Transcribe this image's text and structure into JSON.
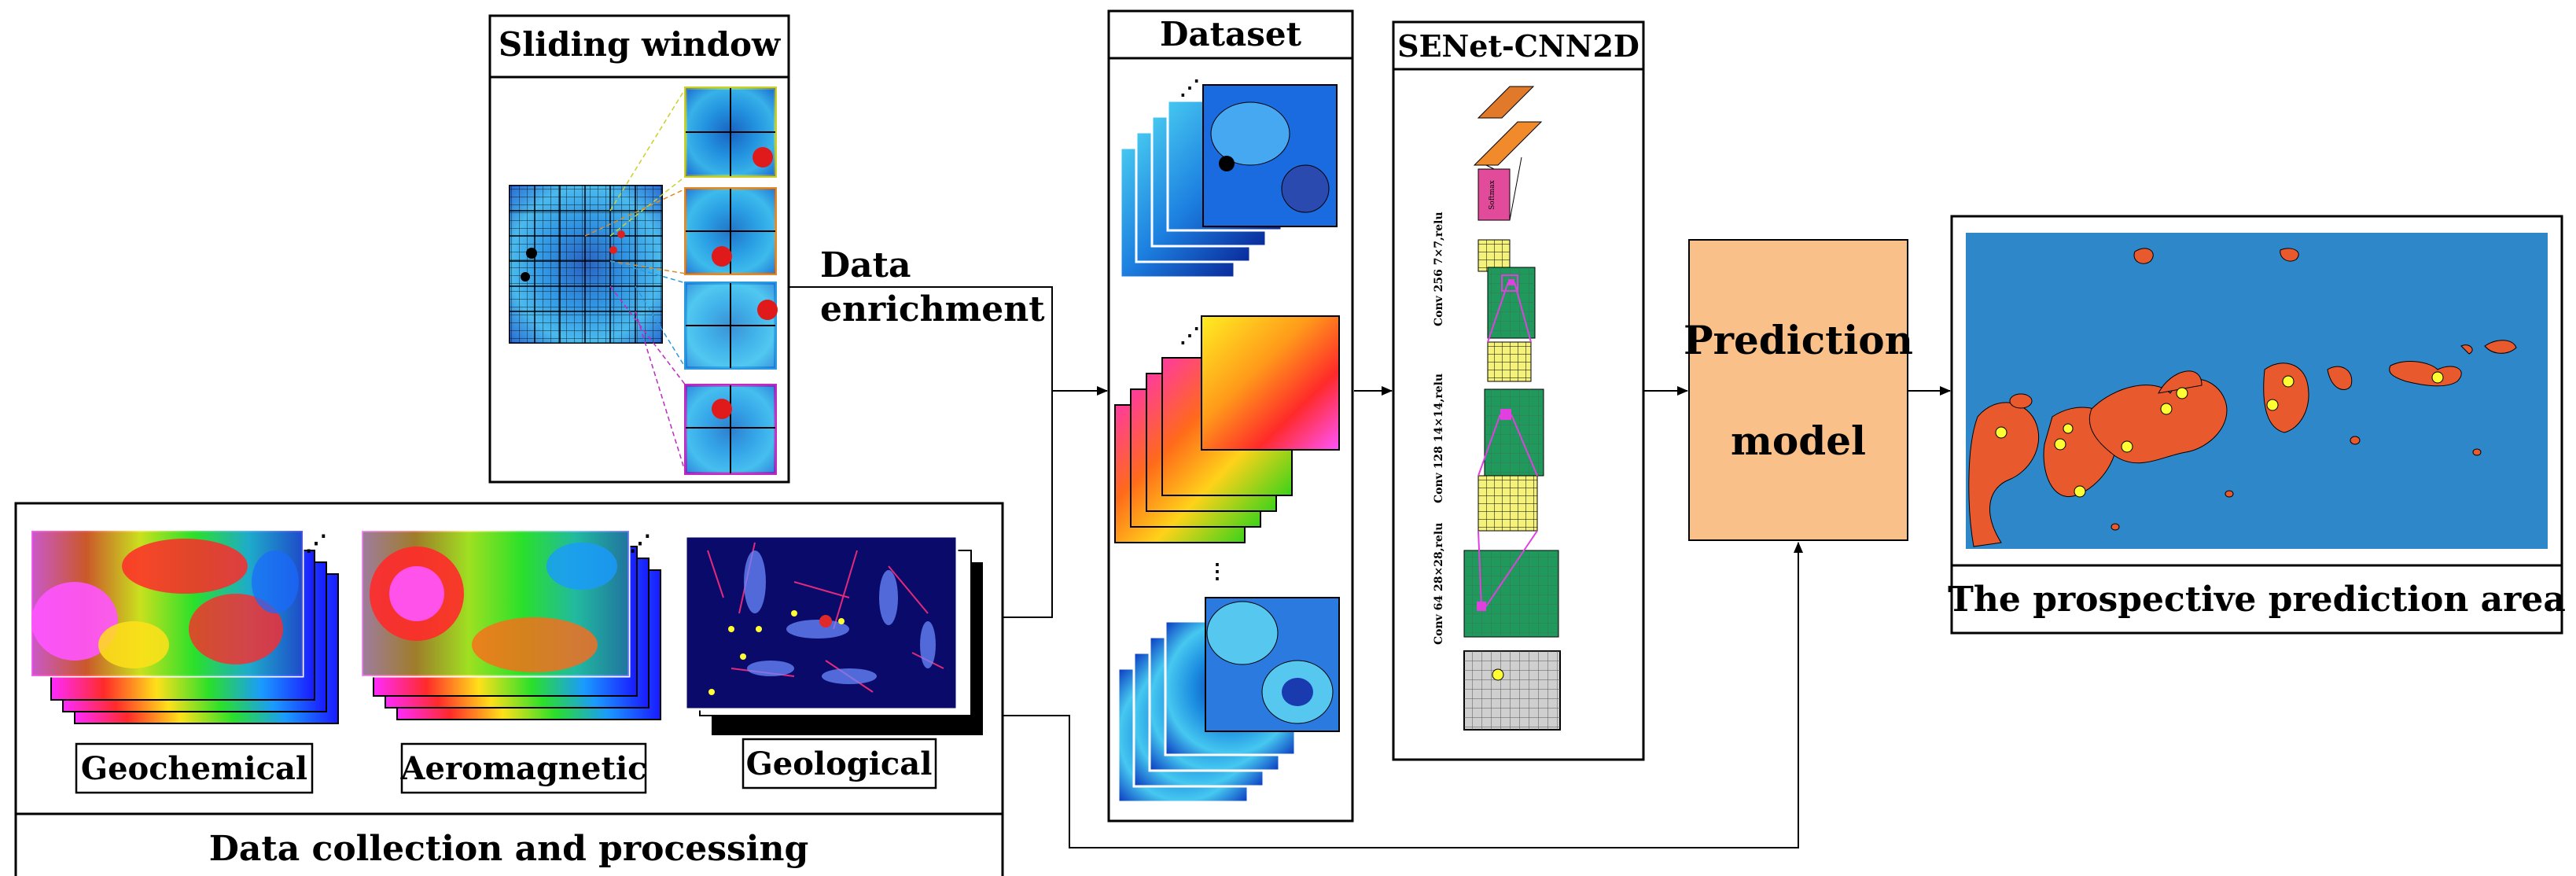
{
  "labels": {
    "sliding_window": "Sliding window",
    "data_enrichment_line1": "Data",
    "data_enrichment_line2": "enrichment",
    "dataset": "Dataset",
    "senet": "SENet-CNN2D",
    "prediction_line1": "Prediction",
    "prediction_line2": "model",
    "prospective_area": "The prospective prediction area",
    "geochemical": "Geochemical",
    "aeromagnetic": "Aeromagnetic",
    "geological": "Geological",
    "data_collection": "Data collection and processing",
    "conv1": "Conv 256 7×7,relu",
    "conv2": "Conv 128 14×14,relu",
    "conv3": "Conv 64 28×28,relu",
    "softmax": "Softmax"
  },
  "colors": {
    "stroke": "#000000",
    "prediction_fill": "#f9c08a",
    "map_blue": "#2e87c8",
    "anomaly_orange": "#e85a2e",
    "deposit_yellow": "#ffff33",
    "layer_green": "#1f9a5c",
    "layer_yellow": "#f4f27a",
    "dense_orange": "#f08a2b",
    "softmax_pink": "#e24b9a",
    "marker_magenta": "#e040e0"
  }
}
